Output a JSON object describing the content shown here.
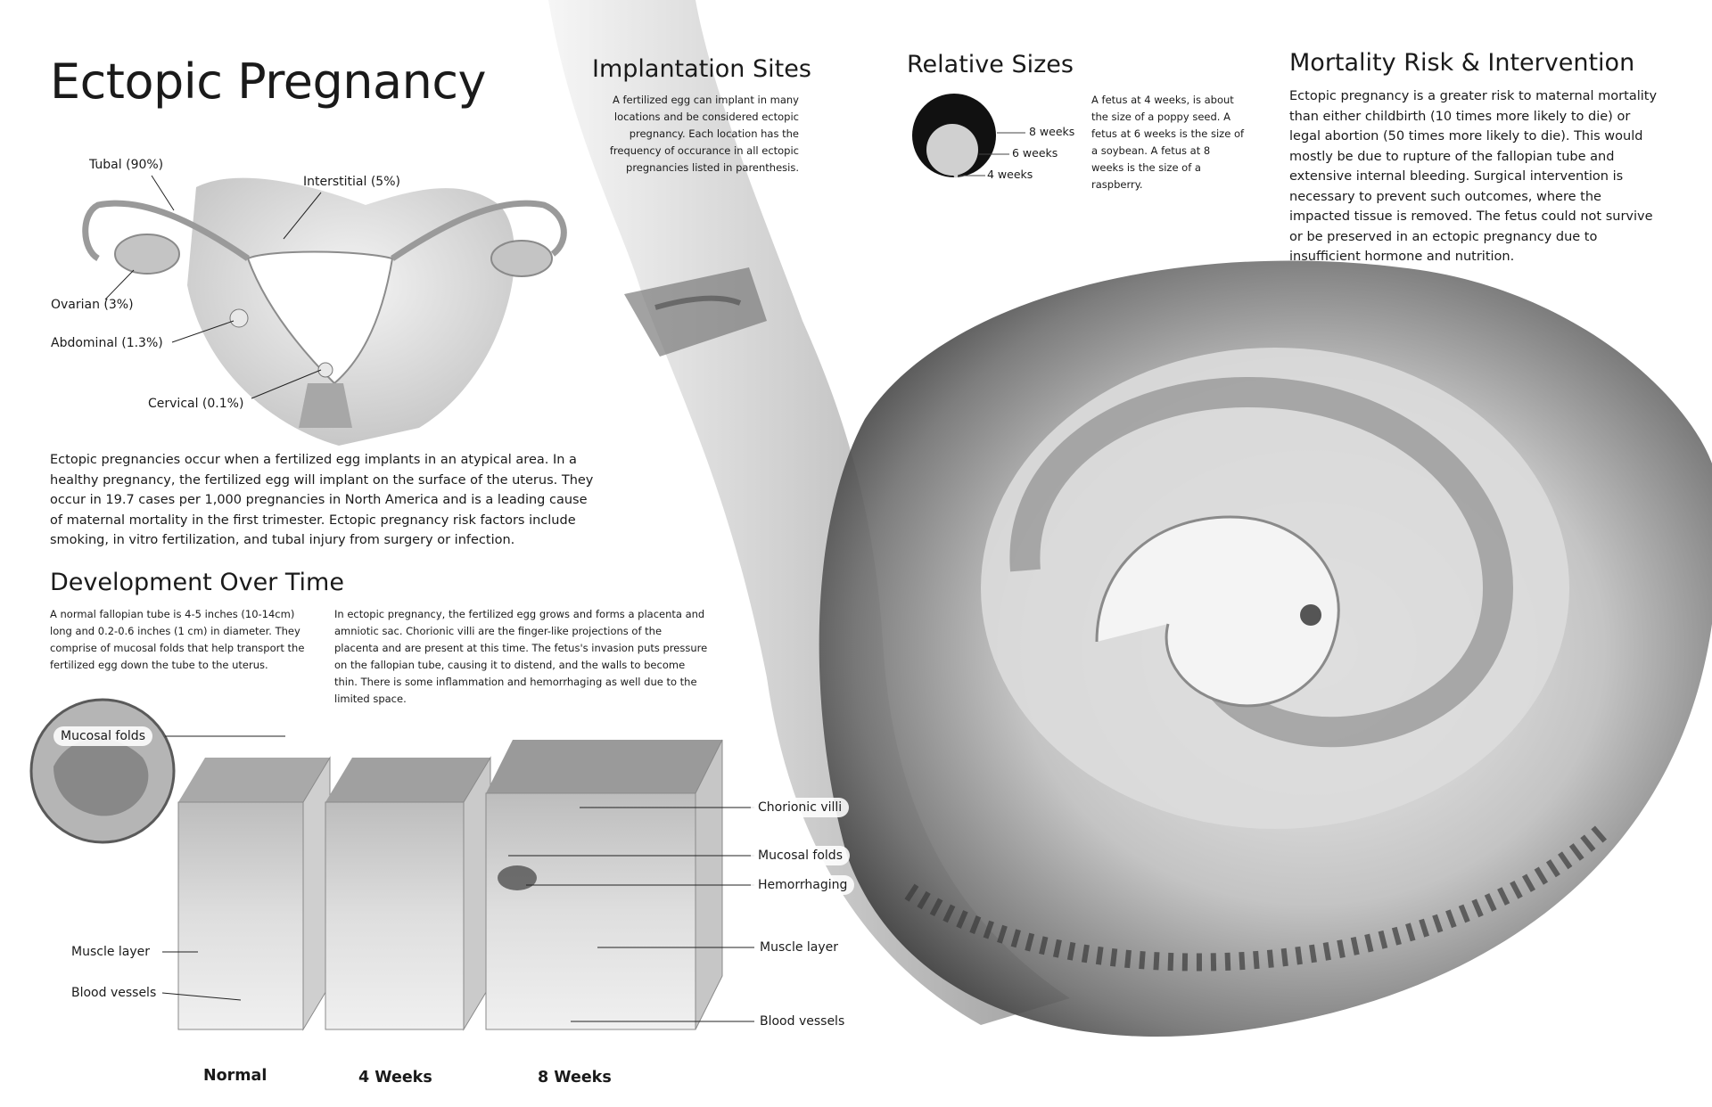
{
  "title": "Ectopic Pregnancy",
  "implantation": {
    "heading": "Implantation Sites",
    "text": "A fertilized egg can implant in many locations and be considered ectopic pregnancy. Each location has the frequency of occurance in all ectopic pregnancies listed in parenthesis.",
    "sites": {
      "tubal": "Tubal (90%)",
      "interstitial": "Interstitial (5%)",
      "ovarian": "Ovarian (3%)",
      "abdominal": "Abdominal (1.3%)",
      "cervical": "Cervical (0.1%)"
    }
  },
  "intro": "Ectopic pregnancies occur when a fertilized egg implants in an atypical area. In a healthy pregnancy, the fertilized egg will implant on the surface of the uterus. They occur in 19.7 cases per 1,000 pregnancies in North America and is a leading cause of maternal mortality in the first trimester. Ectopic pregnancy risk factors include smoking, in vitro fertilization, and tubal injury from surgery or infection.",
  "sizes": {
    "heading": "Relative Sizes",
    "labels": [
      "8 weeks",
      "6 weeks",
      "4 weeks"
    ],
    "text": "A fetus at 4 weeks, is about the size of a poppy seed. A fetus at 6 weeks is the size of a soybean. A fetus at 8 weeks is the size of a raspberry."
  },
  "mortality": {
    "heading": "Mortality Risk & Intervention",
    "text": "Ectopic pregnancy is a greater risk to maternal mortality than either childbirth (10 times more likely to die) or legal abortion (50 times more likely to die). This would mostly be due to rupture of the fallopian tube and extensive internal bleeding. Surgical intervention is necessary to prevent such outcomes, where the impacted tissue is removed. The fetus could not survive or be preserved in an ectopic pregnancy due to insufficient hormone and nutrition."
  },
  "development": {
    "heading": "Development Over Time",
    "text_left": "A normal fallopian tube is 4-5 inches (10-14cm) long and 0.2-0.6 inches (1 cm) in diameter. They comprise of mucosal folds that help transport the fertilized egg down the tube to the uterus.",
    "text_right": "In ectopic pregnancy, the fertilized egg grows and forms a placenta and amniotic sac. Chorionic villi are the finger-like projections of the placenta and are present at this time. The fetus's invasion puts pressure on the fallopian tube, causing it to distend, and the walls to become thin. There is some inflammation and hemorrhaging as well due to the limited space.",
    "labels": {
      "mucosal_left": "Mucosal folds",
      "muscle_left": "Muscle layer",
      "blood_left": "Blood vessels",
      "chorionic": "Chorionic villi",
      "mucosal_right": "Mucosal folds",
      "hemorrhaging": "Hemorrhaging",
      "muscle_right": "Muscle layer",
      "blood_right": "Blood vessels"
    },
    "stages": [
      "Normal",
      "4 Weeks",
      "8 Weeks"
    ]
  }
}
